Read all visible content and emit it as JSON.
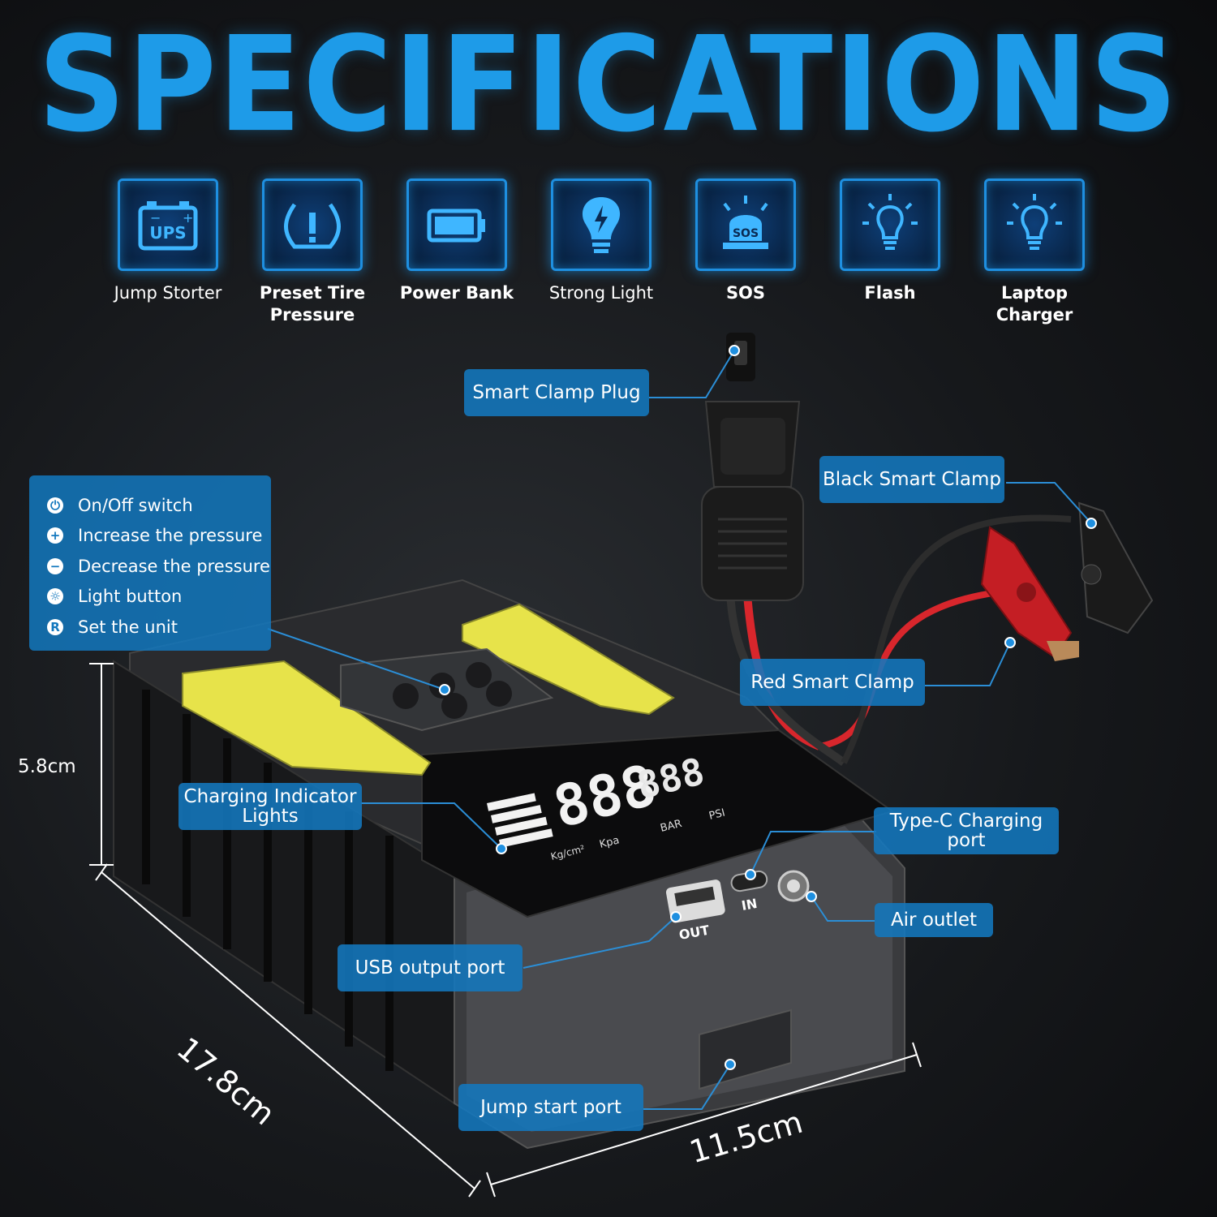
{
  "title": "SPECIFICATIONS",
  "features": [
    {
      "label": "Jump Storter",
      "icon": "car-battery-ups-icon",
      "bold": false,
      "badge": "UPS"
    },
    {
      "label": "Preset Tire\nPressure",
      "icon": "tire-pressure-icon",
      "bold": true
    },
    {
      "label": "Power Bank",
      "icon": "battery-icon",
      "bold": true
    },
    {
      "label": "Strong Light",
      "icon": "lightbulb-bolt-icon",
      "bold": false
    },
    {
      "label": "SOS",
      "icon": "sos-siren-icon",
      "bold": true,
      "badge": "SOS"
    },
    {
      "label": "Flash",
      "icon": "flash-bulb-icon",
      "bold": true
    },
    {
      "label": "Laptop Charger",
      "icon": "laptop-bulb-icon",
      "bold": true
    }
  ],
  "buttons_legend": [
    {
      "icon": "power-icon",
      "glyph": "⏻",
      "label": "On/Off switch"
    },
    {
      "icon": "plus-icon",
      "glyph": "+",
      "label": "Increase the pressure"
    },
    {
      "icon": "minus-icon",
      "glyph": "−",
      "label": "Decrease the pressure"
    },
    {
      "icon": "light-icon",
      "glyph": "☼",
      "label": "Light button"
    },
    {
      "icon": "unit-icon",
      "glyph": "R",
      "label": "Set the unit"
    }
  ],
  "callouts": {
    "smart_clamp_plug": "Smart Clamp Plug",
    "black_smart_clamp": "Black Smart Clamp",
    "red_smart_clamp": "Red Smart Clamp",
    "charging_indicator": "Charging Indicator\nLights",
    "type_c_port": "Type-C Charging\nport",
    "air_outlet": "Air outlet",
    "usb_output": "USB output port",
    "jump_start_port": "Jump start port"
  },
  "device": {
    "display_units": [
      "Kpa",
      "BAR",
      "PSI"
    ],
    "display_label_kgcm": "Kg/cm²",
    "usb_port_label": "OUT",
    "typec_port_label": "IN"
  },
  "dimensions": {
    "height": "5.8cm",
    "length": "17.8cm",
    "width": "11.5cm"
  },
  "colors": {
    "accent": "#1e9be8",
    "callout": "#1378be",
    "lamp_yellow": "#e7e34a",
    "clamp_red": "#d8262c"
  }
}
